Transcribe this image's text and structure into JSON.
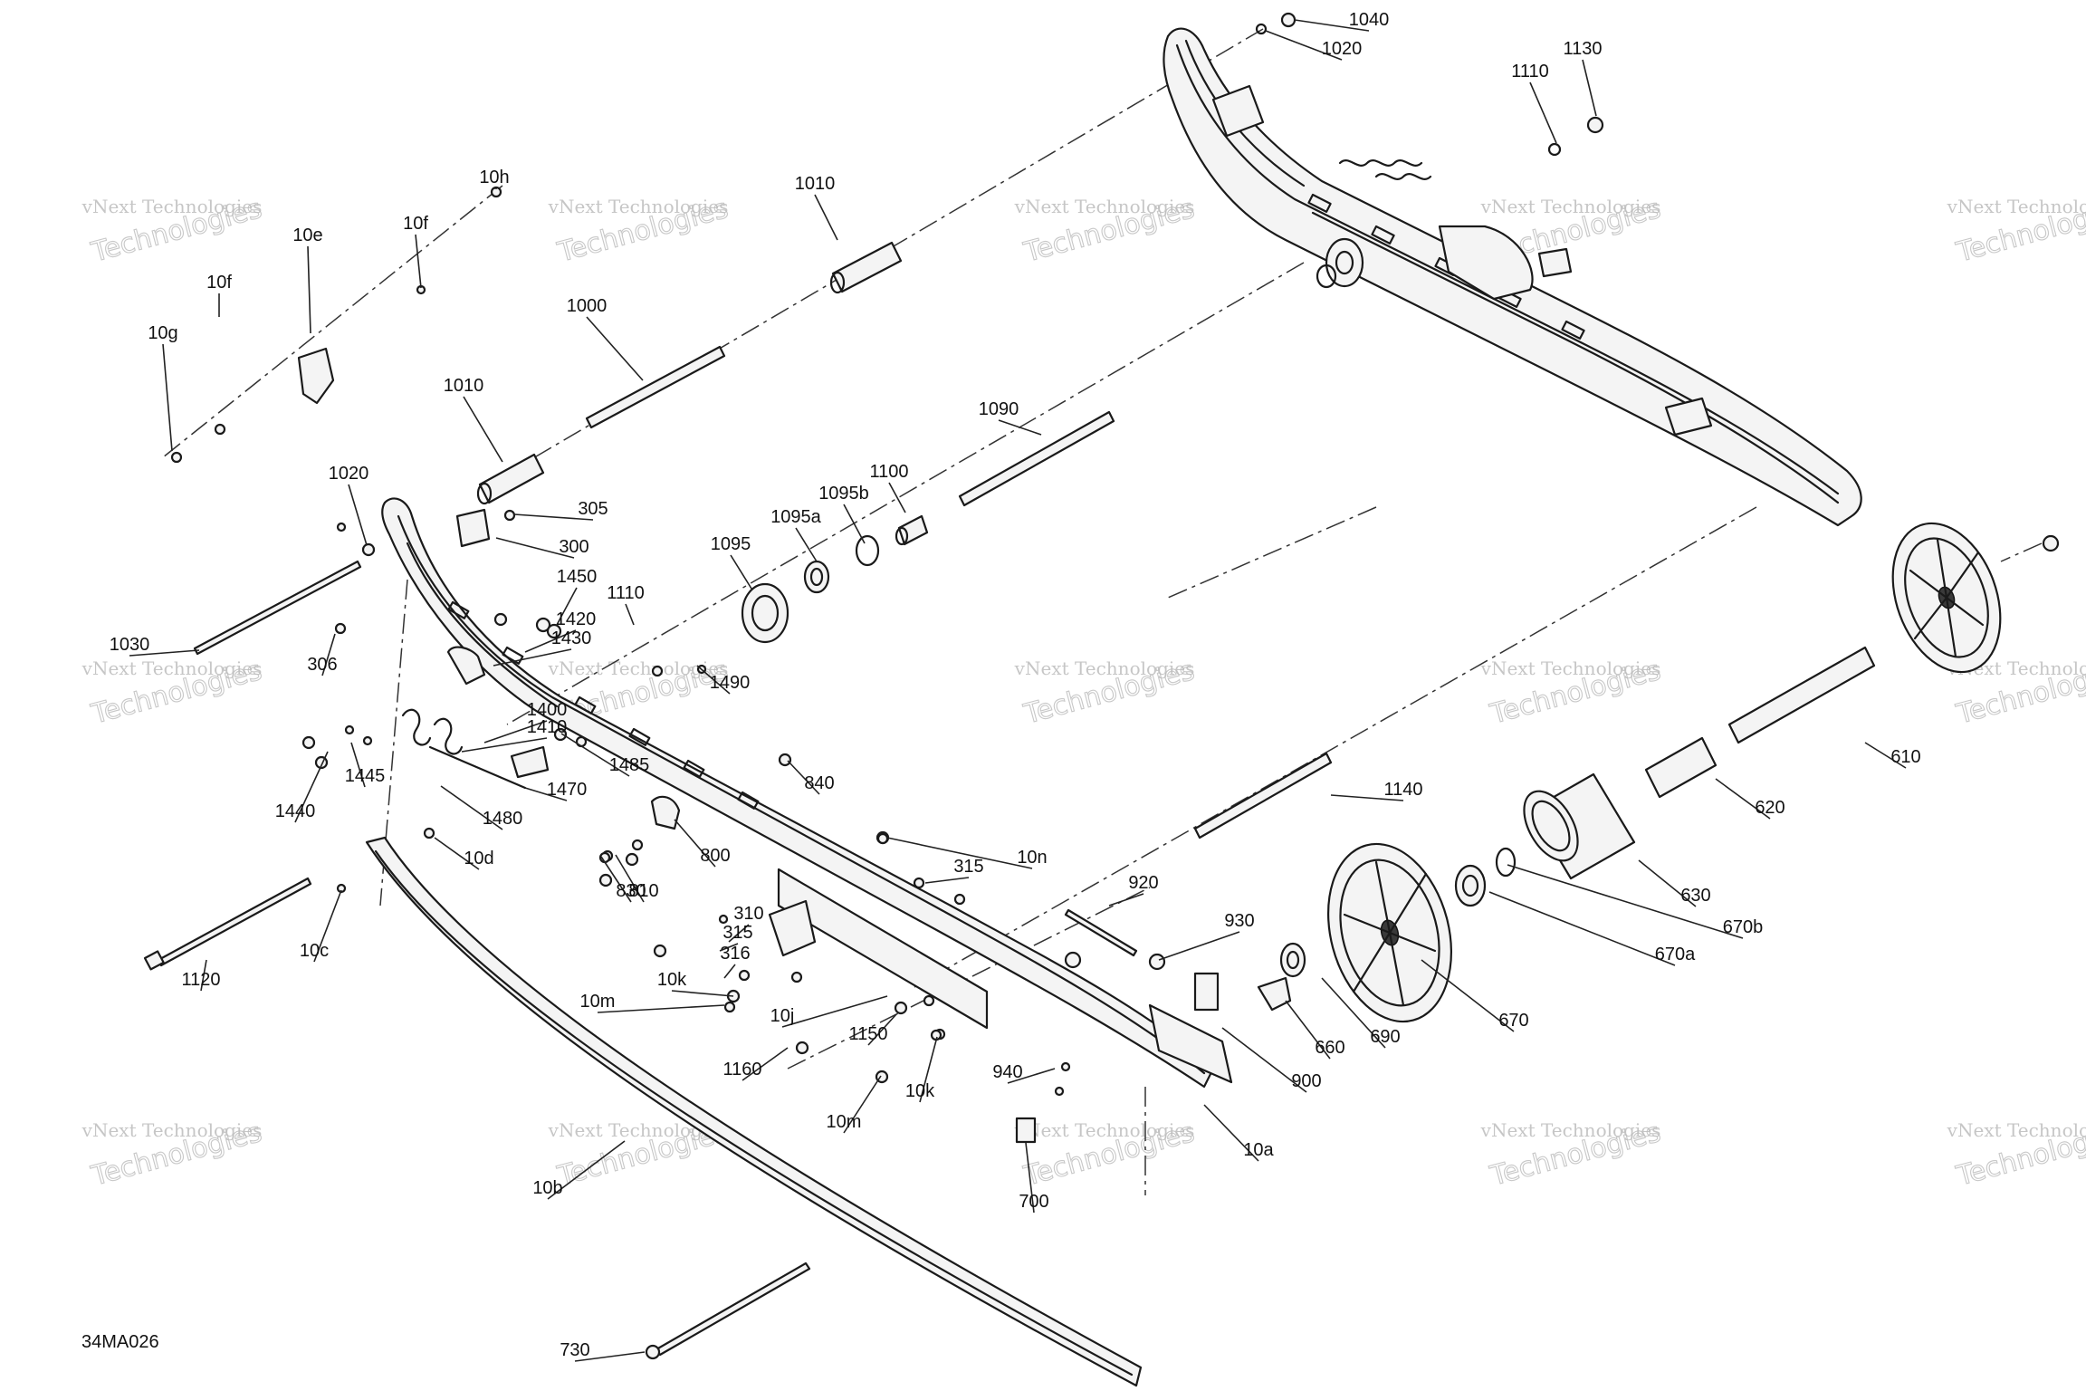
{
  "diagram_code": "34MA026",
  "watermark": {
    "line1": "vNext Technologies",
    "line2": "Technologies"
  },
  "callouts": [
    "1040",
    "1020",
    "1130",
    "1110",
    "1010",
    "10h",
    "10f",
    "10e",
    "10f",
    "10g",
    "1000",
    "1010",
    "1090",
    "1020",
    "305",
    "300",
    "1100",
    "1095b",
    "1095a",
    "1095",
    "1450",
    "1110",
    "1420",
    "1430",
    "1030",
    "306",
    "1490",
    "1400",
    "1410",
    "1485",
    "1470",
    "1445",
    "1440",
    "840",
    "1480",
    "10d",
    "800",
    "810",
    "830",
    "1140",
    "610",
    "620",
    "630",
    "670b",
    "670a",
    "670",
    "315",
    "10n",
    "920",
    "930",
    "310",
    "315",
    "316",
    "10k",
    "10c",
    "1120",
    "10m",
    "10j",
    "1150",
    "1160",
    "10k",
    "940",
    "10m",
    "900",
    "690",
    "660",
    "10a",
    "700",
    "10b",
    "730"
  ]
}
